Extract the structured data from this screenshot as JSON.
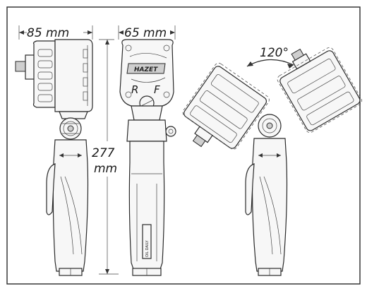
{
  "dimensions": {
    "depth": "85 mm",
    "width": "65 mm",
    "height_value": "277",
    "height_unit": "mm",
    "angle": "120°"
  },
  "labels": {
    "brand": "HAZET",
    "direction_r": "R",
    "direction_f": "F",
    "handle_label": "OIL DAILY"
  }
}
